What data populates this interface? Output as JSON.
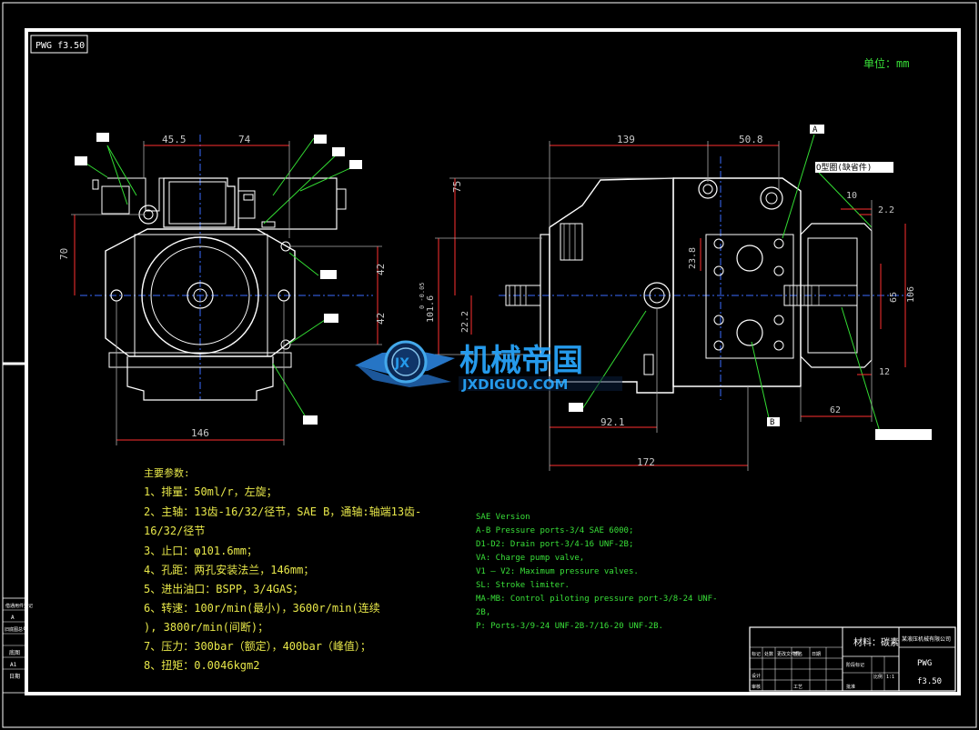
{
  "drawing": {
    "code_box": "PWG f3.50",
    "unit": "单位：mm"
  },
  "dimensions": {
    "front_45_5": "45.5",
    "front_74": "74",
    "front_70": "70",
    "front_42a": "42",
    "front_42b": "42",
    "front_146": "146",
    "side_139": "139",
    "side_50_8": "50.8",
    "side_75": "75",
    "side_101_6": "101.6",
    "side_101_6_tol": "0 -0.05",
    "side_22_2": "22.2",
    "side_23_8": "23.8",
    "side_92_1": "92.1",
    "side_172": "172",
    "side_10": "10",
    "side_2_2": "2.2",
    "side_65": "65",
    "side_106": "106",
    "side_12": "12",
    "side_62": "62"
  },
  "tags": {
    "a": "A",
    "b": "B",
    "o_ring": "O型圈(缺省件)"
  },
  "params": {
    "title": "主要参数:",
    "lines": [
      "1、排量：50ml/r，左旋；",
      "2、主轴：13齿-16/32/径节，SAE B，通轴:轴端13齿-",
      "16/32/径节",
      "3、止口：φ101.6mm；",
      "4、孔距：两孔安装法兰，146mm；",
      "5、进出油口：BSPP，3/4GAS；",
      "6、转速：100r/min(最小)，3600r/min(连续",
      "), 3800r/min(间断)；",
      "7、压力：300bar（额定），400bar（峰值）；",
      "8、扭矩：0.0046kgm2"
    ]
  },
  "sae": {
    "lines": [
      "SAE Version",
      "A-B Pressure ports-3/4 SAE 6000;",
      "D1-D2: Drain port-3/4-16 UNF-2B;",
      "VA: Charge pump valve,",
      "V1 — V2: Maximum pressure valves.",
      "SL: Stroke limiter.",
      "MA-MB: Control piloting pressure port-3/8-24 UNF-",
      "2B,",
      "P: Ports-3/9-24 UNF-2B-7/16-20 UNF-2B."
    ]
  },
  "title_block": {
    "material": "材料：碳素",
    "company": "某液压机械有限公司",
    "code": "PWG",
    "code2": "f3.50",
    "small": [
      "标记",
      "处数",
      "更改文件号",
      "签名",
      "日期",
      "设计",
      "审核",
      "工艺",
      "比例",
      "1:1",
      "阶段标记",
      "批准"
    ]
  },
  "watermark": {
    "cn": "机械帝国",
    "en": "JXDIGUO.COM",
    "logo": "JX"
  },
  "left_strip": [
    "借通用件登记",
    "A",
    "旧底图总号",
    "底图",
    "A1",
    "日期"
  ]
}
